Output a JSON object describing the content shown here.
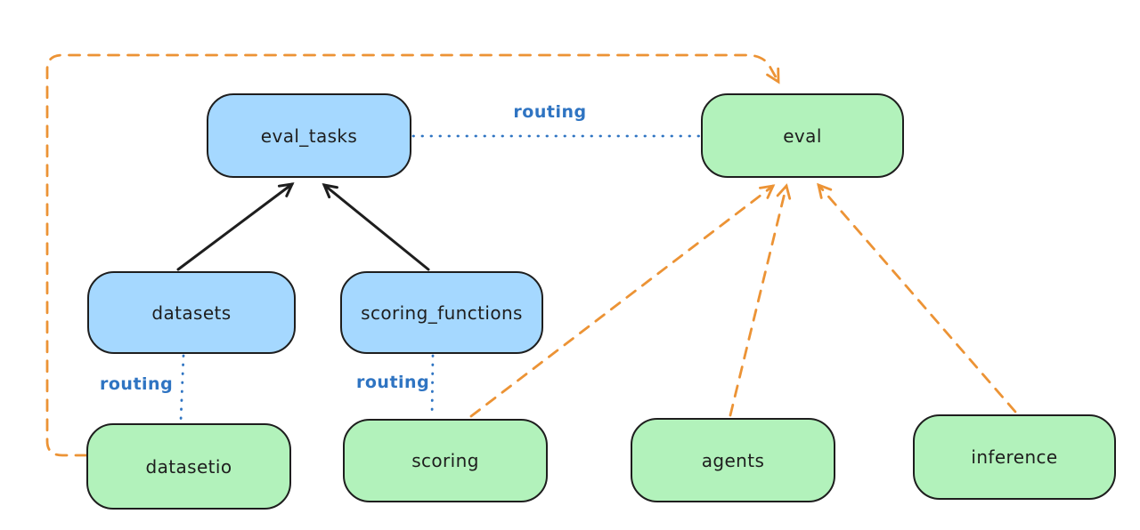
{
  "colors": {
    "canvas_bg": "#ffffff",
    "node_border": "#1e1e1e",
    "node_text": "#1e1e1e",
    "blue_fill": "#a5d8ff",
    "green_fill": "#b2f2bb",
    "routing_blue": "#2f74c2",
    "orange": "#ec9335",
    "black": "#1e1e1e"
  },
  "nodes": [
    {
      "id": "eval_tasks",
      "label": "eval_tasks",
      "color": "blue"
    },
    {
      "id": "eval",
      "label": "eval",
      "color": "green"
    },
    {
      "id": "datasets",
      "label": "datasets",
      "color": "blue"
    },
    {
      "id": "scoring_functions",
      "label": "scoring_functions",
      "color": "blue"
    },
    {
      "id": "datasetio",
      "label": "datasetio",
      "color": "green"
    },
    {
      "id": "scoring",
      "label": "scoring",
      "color": "green"
    },
    {
      "id": "agents",
      "label": "agents",
      "color": "green"
    },
    {
      "id": "inference",
      "label": "inference",
      "color": "green"
    }
  ],
  "edges": [
    {
      "from": "datasets",
      "to": "eval_tasks",
      "style": "solid-black-arrow",
      "label": ""
    },
    {
      "from": "scoring_functions",
      "to": "eval_tasks",
      "style": "solid-black-arrow",
      "label": ""
    },
    {
      "from": "eval_tasks",
      "to": "eval",
      "style": "dotted-blue",
      "label": "routing"
    },
    {
      "from": "datasets",
      "to": "datasetio",
      "style": "dotted-blue",
      "label": "routing"
    },
    {
      "from": "scoring_functions",
      "to": "scoring",
      "style": "dotted-blue",
      "label": "routing"
    },
    {
      "from": "scoring",
      "to": "eval",
      "style": "dashed-orange-arrow",
      "label": ""
    },
    {
      "from": "agents",
      "to": "eval",
      "style": "dashed-orange-arrow",
      "label": ""
    },
    {
      "from": "inference",
      "to": "eval",
      "style": "dashed-orange-arrow",
      "label": ""
    },
    {
      "from": "datasetio",
      "to": "eval",
      "style": "dashed-orange-arrow",
      "label": ""
    }
  ]
}
